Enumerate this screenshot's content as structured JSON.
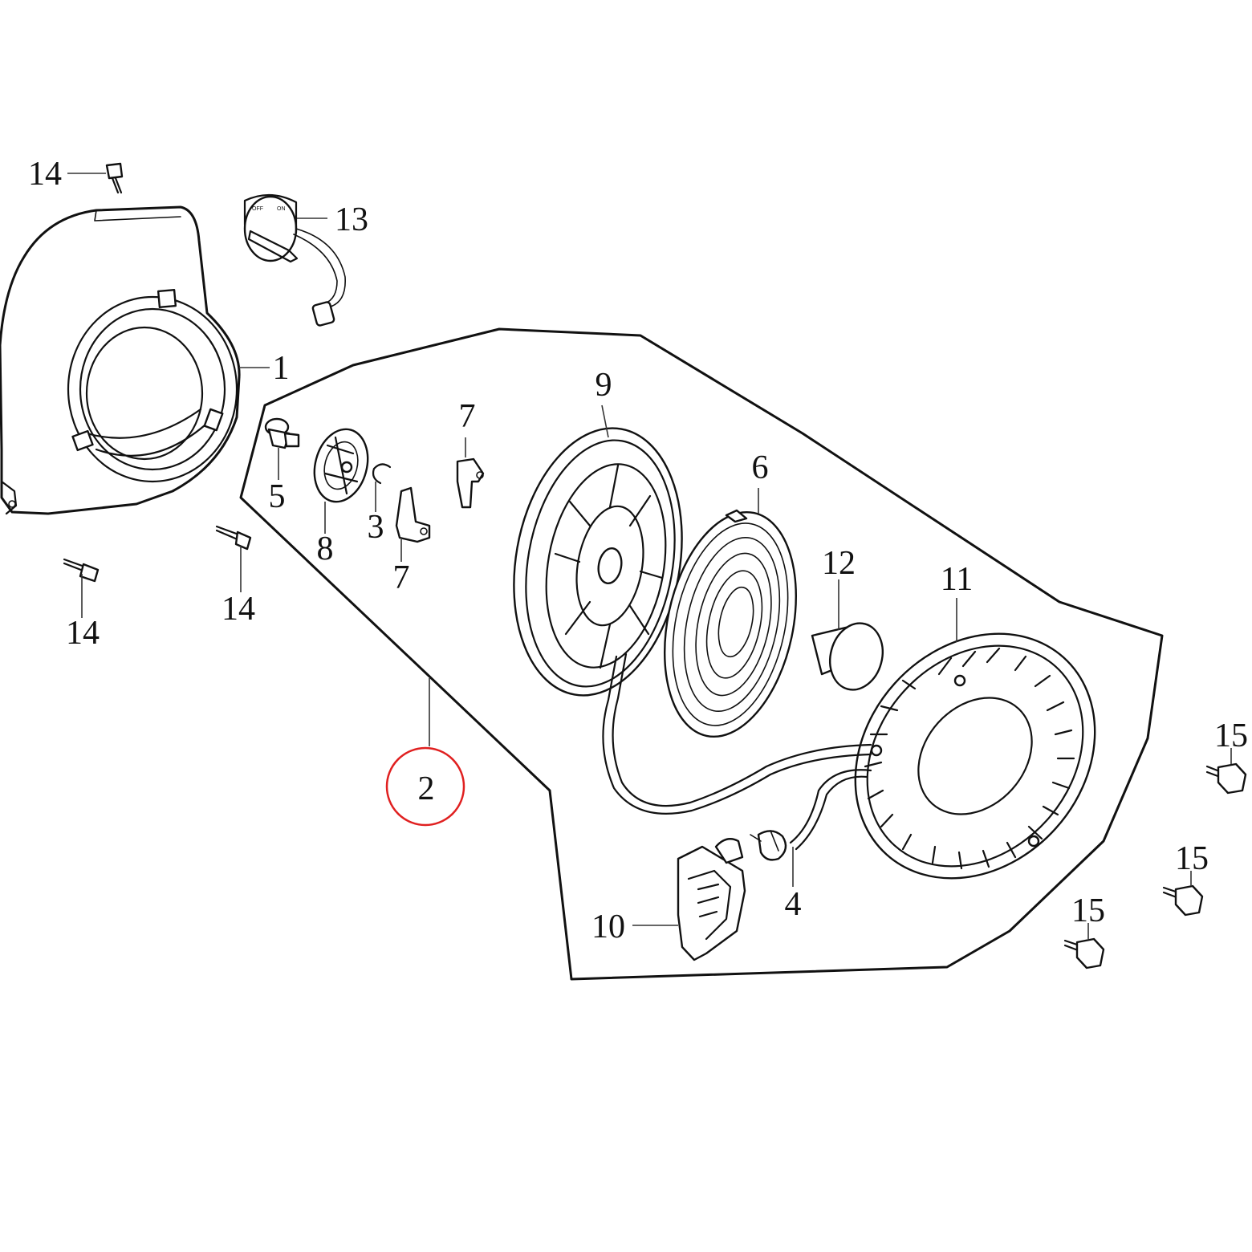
{
  "callouts": [
    "14",
    "13",
    "1",
    "5",
    "8",
    "3",
    "7",
    "7",
    "9",
    "6",
    "12",
    "11",
    "14",
    "14",
    "2",
    "15",
    "15",
    "15",
    "4",
    "10"
  ],
  "switch_labels": {
    "off": "OFF",
    "on": "ON"
  },
  "highlight": {
    "callout": "2",
    "color": "#e02020"
  },
  "colors": {
    "line": "#111111",
    "background": "#ffffff"
  }
}
